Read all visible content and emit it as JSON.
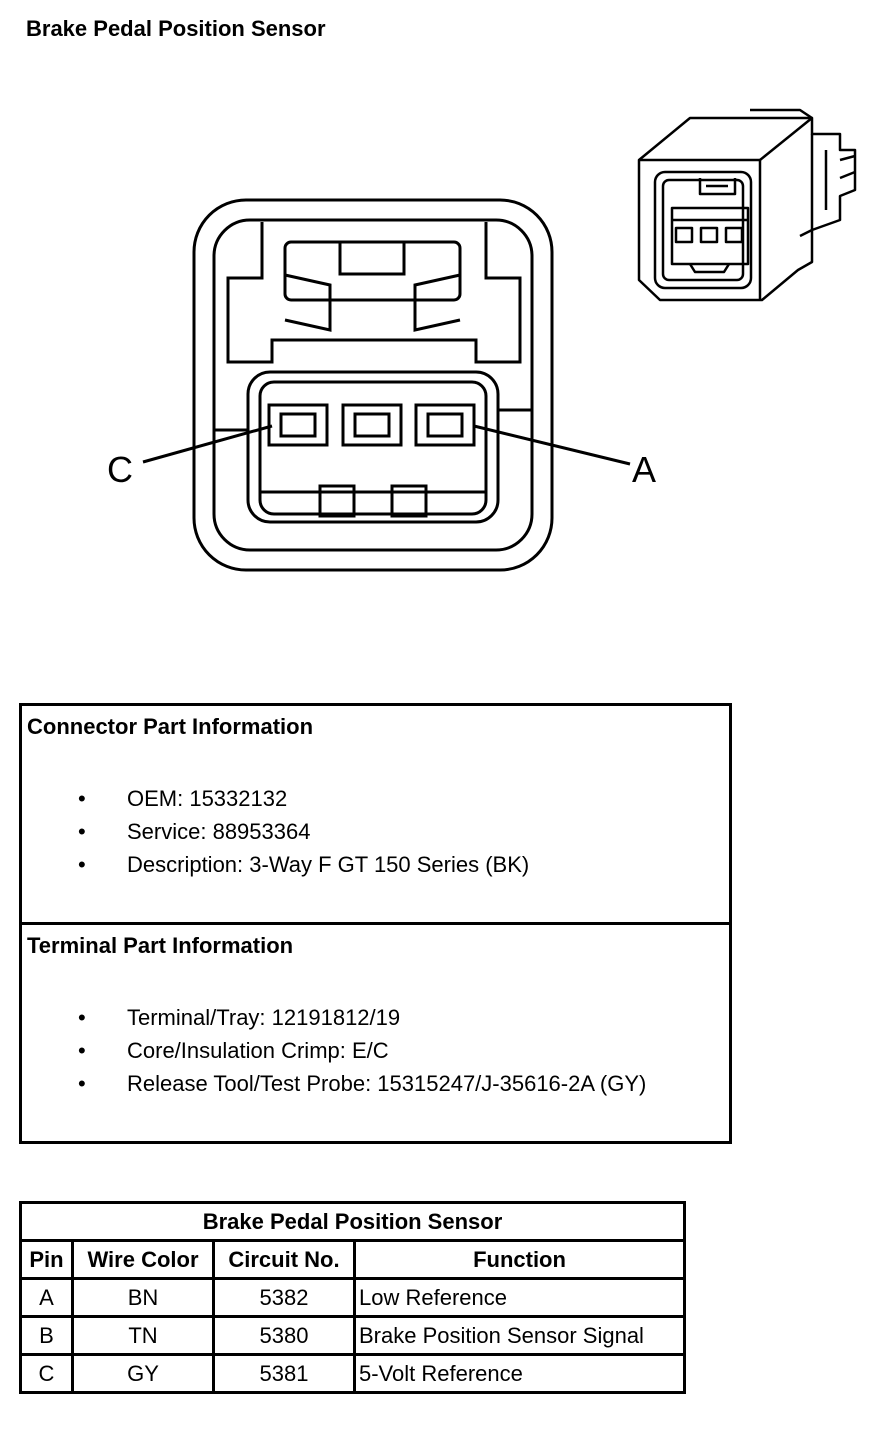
{
  "title": "Brake Pedal Position Sensor",
  "diagram": {
    "label_left": "C",
    "label_right": "A"
  },
  "connector_info": {
    "heading": "Connector Part Information",
    "items": [
      "OEM: 15332132",
      "Service: 88953364",
      "Description: 3-Way F GT 150 Series (BK)"
    ]
  },
  "terminal_info": {
    "heading": "Terminal Part Information",
    "items": [
      "Terminal/Tray: 12191812/19",
      "Core/Insulation Crimp: E/C",
      "Release Tool/Test Probe: 15315247/J-35616-2A (GY)"
    ]
  },
  "bullet": "•",
  "table": {
    "caption": "Brake Pedal Position Sensor",
    "headers": [
      "Pin",
      "Wire Color",
      "Circuit No.",
      "Function"
    ],
    "rows": [
      [
        "A",
        "BN",
        "5382",
        "Low Reference"
      ],
      [
        "B",
        "TN",
        "5380",
        "Brake Position Sensor Signal"
      ],
      [
        "C",
        "GY",
        "5381",
        "5-Volt Reference"
      ]
    ]
  }
}
